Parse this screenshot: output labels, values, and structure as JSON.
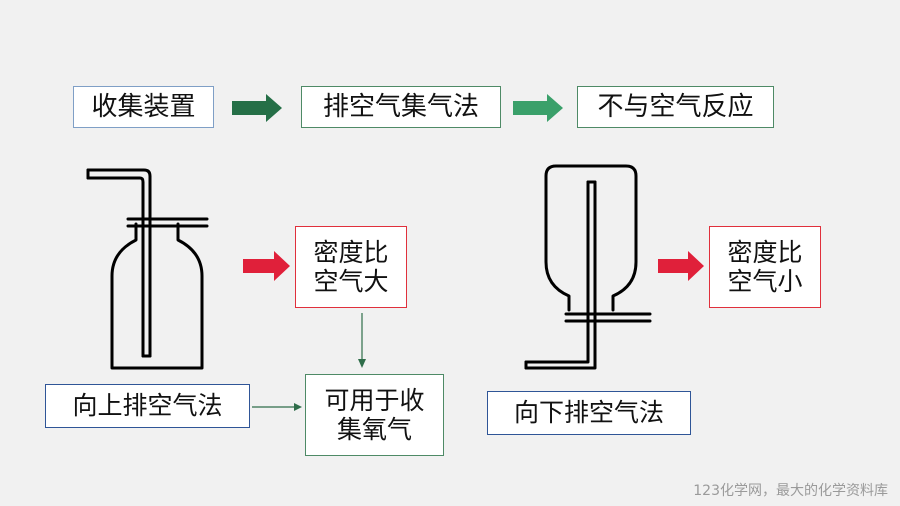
{
  "top_row": {
    "collect_device": "收集装置",
    "air_displacement": "排空气集气法",
    "no_reaction": "不与空气反应"
  },
  "left": {
    "density_box": "密度比\n空气大",
    "method_box": "向上排空气法",
    "usable_box": "可用于收\n集氧气"
  },
  "right": {
    "density_box": "密度比\n空气小",
    "method_box": "向下排空气法"
  },
  "watermark": "123化学网，最大的化学资料库",
  "colors": {
    "dark_green_arrow": "#256f47",
    "light_green_arrow": "#3aa06a",
    "red_arrow": "#e0203a",
    "green_line": "#2f6d4a",
    "apparatus_line": "#000000"
  }
}
